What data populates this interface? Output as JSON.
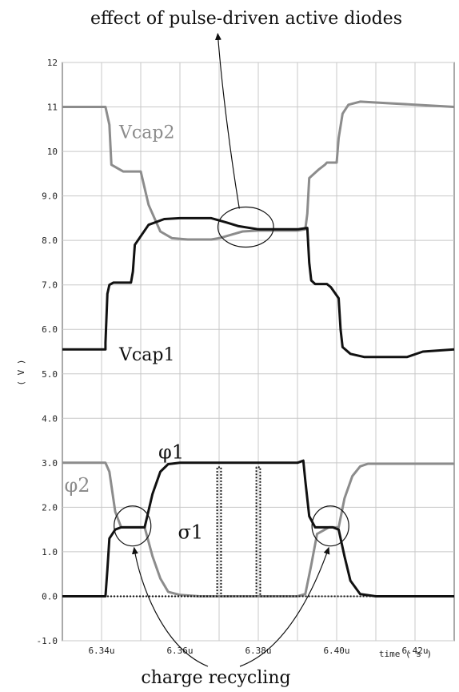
{
  "chart_data": {
    "type": "line",
    "title": "",
    "xlabel": "time ( s )",
    "ylabel": "( V )",
    "xlim": [
      6.33,
      6.43
    ],
    "ylim": [
      -1.0,
      12.0
    ],
    "x_tick_labels": [
      "6.34u",
      "6.36u",
      "6.38u",
      "6.40u",
      "6.42u"
    ],
    "x_tick_values": [
      6.34,
      6.36,
      6.38,
      6.4,
      6.42
    ],
    "y_tick_labels": [
      "-1.0",
      "0.0",
      "1.0",
      "2.0",
      "3.0",
      "4.0",
      "5.0",
      "6.0",
      "7.0",
      "8.0",
      "9.0",
      "10",
      "11",
      "12"
    ],
    "y_tick_values": [
      -1,
      0,
      1,
      2,
      3,
      4,
      5,
      6,
      7,
      8,
      9,
      10,
      11,
      12
    ],
    "grid": true,
    "colors": {
      "black": "#111111",
      "gray": "#8c8c8c",
      "grid": "#c8c8c8"
    },
    "series": [
      {
        "name": "Vcap2",
        "color": "#8c8c8c",
        "x": [
          6.33,
          6.341,
          6.342,
          6.3425,
          6.3455,
          6.347,
          6.348,
          6.35,
          6.352,
          6.355,
          6.358,
          6.362,
          6.368,
          6.37,
          6.374,
          6.376,
          6.38,
          6.39,
          6.392,
          6.3925,
          6.393,
          6.3955,
          6.397,
          6.3975,
          6.4,
          6.4005,
          6.4015,
          6.403,
          6.406,
          6.43
        ],
        "y": [
          11.0,
          11.0,
          10.6,
          9.7,
          9.55,
          9.55,
          9.55,
          9.55,
          8.8,
          8.2,
          8.05,
          8.02,
          8.02,
          8.05,
          8.15,
          8.2,
          8.22,
          8.22,
          8.25,
          8.6,
          9.4,
          9.6,
          9.7,
          9.75,
          9.75,
          10.3,
          10.85,
          11.05,
          11.12,
          11.0
        ]
      },
      {
        "name": "Vcap1",
        "color": "#111111",
        "x": [
          6.33,
          6.341,
          6.341,
          6.3415,
          6.342,
          6.343,
          6.346,
          6.3475,
          6.348,
          6.3485,
          6.352,
          6.356,
          6.36,
          6.365,
          6.368,
          6.372,
          6.375,
          6.38,
          6.39,
          6.3925,
          6.393,
          6.3935,
          6.3945,
          6.3975,
          6.3985,
          6.4005,
          6.401,
          6.4015,
          6.4035,
          6.407,
          6.418,
          6.422,
          6.43
        ],
        "y": [
          5.55,
          5.55,
          5.7,
          6.8,
          7.0,
          7.05,
          7.05,
          7.05,
          7.3,
          7.9,
          8.35,
          8.48,
          8.5,
          8.5,
          8.5,
          8.4,
          8.32,
          8.25,
          8.25,
          8.28,
          7.5,
          7.1,
          7.02,
          7.02,
          6.95,
          6.7,
          6.0,
          5.6,
          5.45,
          5.38,
          5.38,
          5.5,
          5.55
        ]
      },
      {
        "name": "φ2",
        "color": "#8c8c8c",
        "x": [
          6.33,
          6.341,
          6.342,
          6.3435,
          6.345,
          6.348,
          6.351,
          6.353,
          6.355,
          6.357,
          6.36,
          6.365,
          6.375,
          6.38,
          6.39,
          6.392,
          6.3935,
          6.395,
          6.398,
          6.4005,
          6.402,
          6.404,
          6.406,
          6.408,
          6.43
        ],
        "y": [
          3.0,
          3.0,
          2.8,
          1.9,
          1.55,
          1.55,
          1.55,
          0.9,
          0.4,
          0.1,
          0.03,
          0.0,
          0.0,
          0.0,
          0.0,
          0.05,
          0.7,
          1.4,
          1.55,
          1.55,
          2.2,
          2.7,
          2.92,
          2.98,
          2.98
        ]
      },
      {
        "name": "φ1",
        "color": "#111111",
        "x": [
          6.33,
          6.341,
          6.3415,
          6.342,
          6.3435,
          6.345,
          6.348,
          6.351,
          6.353,
          6.355,
          6.357,
          6.36,
          6.365,
          6.37,
          6.38,
          6.39,
          6.3915,
          6.392,
          6.393,
          6.3945,
          6.396,
          6.399,
          6.4005,
          6.402,
          6.4035,
          6.406,
          6.41,
          6.418,
          6.43
        ],
        "y": [
          0.0,
          0.0,
          0.6,
          1.3,
          1.5,
          1.55,
          1.55,
          1.55,
          2.3,
          2.8,
          2.97,
          3.0,
          3.0,
          3.0,
          3.0,
          3.0,
          3.05,
          2.6,
          1.8,
          1.55,
          1.55,
          1.55,
          1.5,
          0.9,
          0.35,
          0.05,
          0.0,
          0.0,
          0.0
        ]
      },
      {
        "name": "σ1",
        "color": "#111111",
        "dashed": true,
        "x": [
          6.33,
          6.3695,
          6.3695,
          6.3705,
          6.3705,
          6.3795,
          6.3795,
          6.3805,
          6.3805,
          6.43
        ],
        "y": [
          0.0,
          0.0,
          2.9,
          2.9,
          0.0,
          0.0,
          2.9,
          2.9,
          0.0,
          0.0
        ]
      }
    ],
    "series_labels": [
      {
        "text": "Vcap2",
        "x": 6.3445,
        "y": 10.3,
        "color": "#8c8c8c",
        "size": 22
      },
      {
        "text": "Vcap1",
        "x": 6.3445,
        "y": 5.3,
        "color": "#111111",
        "size": 22
      },
      {
        "text": "φ1",
        "x": 6.3545,
        "y": 3.1,
        "color": "#111111",
        "size": 24
      },
      {
        "text": "φ2",
        "x": 6.3305,
        "y": 2.35,
        "color": "#8c8c8c",
        "size": 24
      },
      {
        "text": "σ1",
        "x": 6.3595,
        "y": 1.3,
        "color": "#111111",
        "size": 24
      }
    ],
    "annotations": [
      {
        "text": "effect of pulse-driven active diodes",
        "position": "top"
      },
      {
        "text": "charge recycling",
        "position": "bottom"
      }
    ],
    "ellipses": [
      {
        "cx": 6.3768,
        "cy": 8.3,
        "rx": 0.0071,
        "ry": 0.45
      },
      {
        "cx": 6.3479,
        "cy": 1.58,
        "rx": 0.0047,
        "ry": 0.45
      },
      {
        "cx": 6.3984,
        "cy": 1.58,
        "rx": 0.0047,
        "ry": 0.45
      }
    ]
  }
}
